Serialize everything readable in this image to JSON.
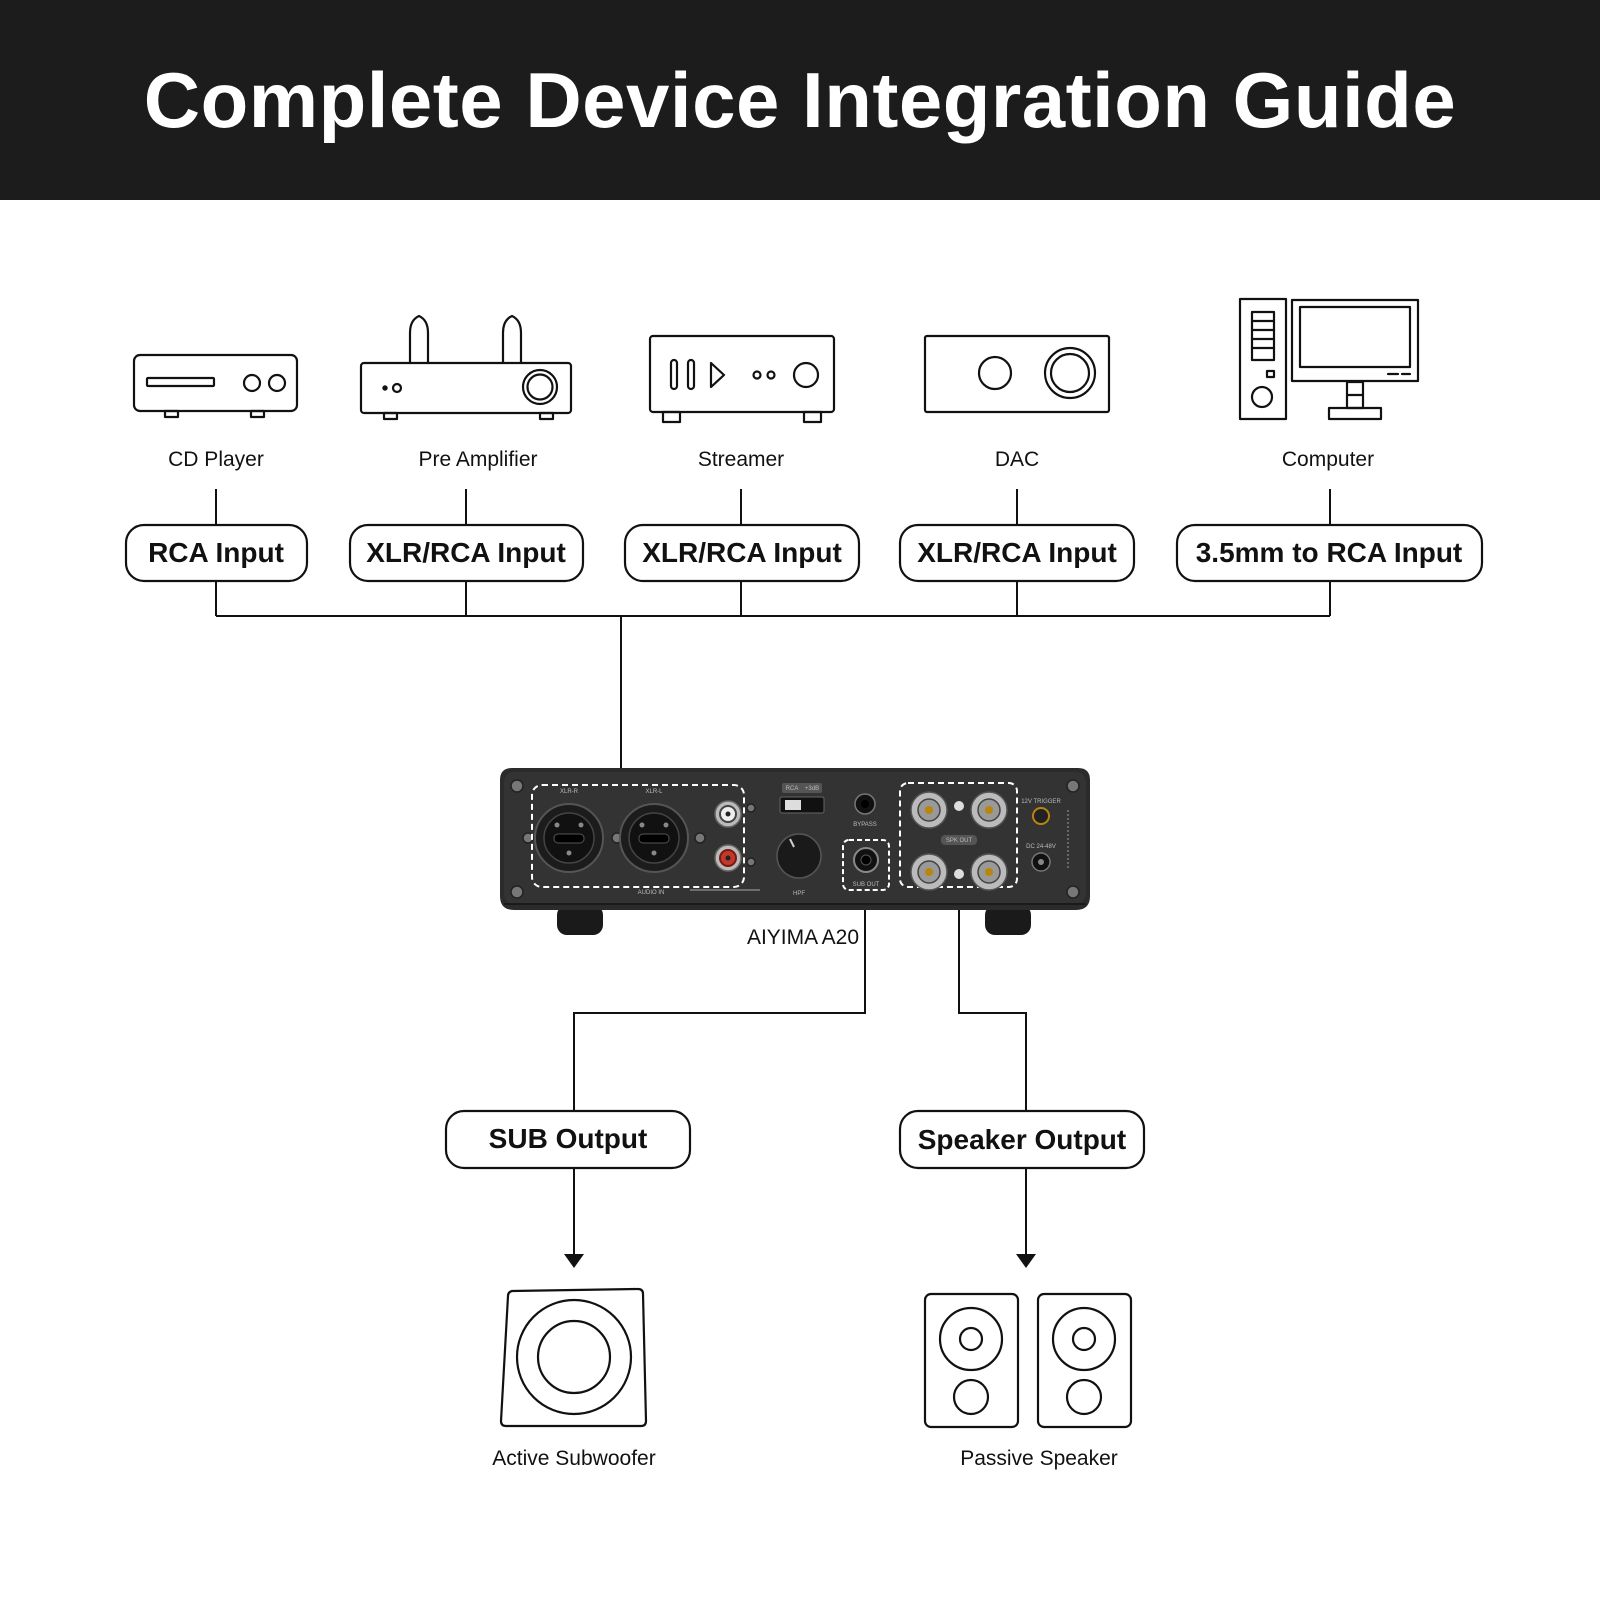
{
  "title": "Complete Device Integration Guide",
  "sources": [
    {
      "name": "CD Player",
      "input": "RCA Input",
      "icon": "cd-player-icon"
    },
    {
      "name": "Pre Amplifier",
      "input": "XLR/RCA Input",
      "icon": "tube-preamp-icon"
    },
    {
      "name": "Streamer",
      "input": "XLR/RCA Input",
      "icon": "streamer-icon"
    },
    {
      "name": "DAC",
      "input": "XLR/RCA Input",
      "icon": "dac-icon"
    },
    {
      "name": "Computer",
      "input": "3.5mm to RCA Input",
      "icon": "computer-icon"
    }
  ],
  "device": {
    "name": "AIYIMA A20",
    "panel_labels": {
      "xlr_r": "XLR-R",
      "xlr_l": "XLR-L",
      "audio_in": "AUDIO IN",
      "rca": "RCA",
      "gain": "+3dB",
      "bypass": "BYPASS",
      "sub_out": "SUB OUT",
      "hpf": "HPF",
      "spk_out": "SPK OUT",
      "trigger": "12V TRIGGER",
      "dc": "DC 24-48V"
    }
  },
  "outputs": [
    {
      "port": "SUB Output",
      "target": "Active Subwoofer",
      "icon": "subwoofer-icon"
    },
    {
      "port": "Speaker Output",
      "target": "Passive Speaker",
      "icon": "bookshelf-speakers-icon"
    }
  ],
  "colors": {
    "header_bg": "#1c1c1c",
    "line": "#111111",
    "device_body": "#2b2b2b",
    "highlight_dash": "#ffffff"
  }
}
